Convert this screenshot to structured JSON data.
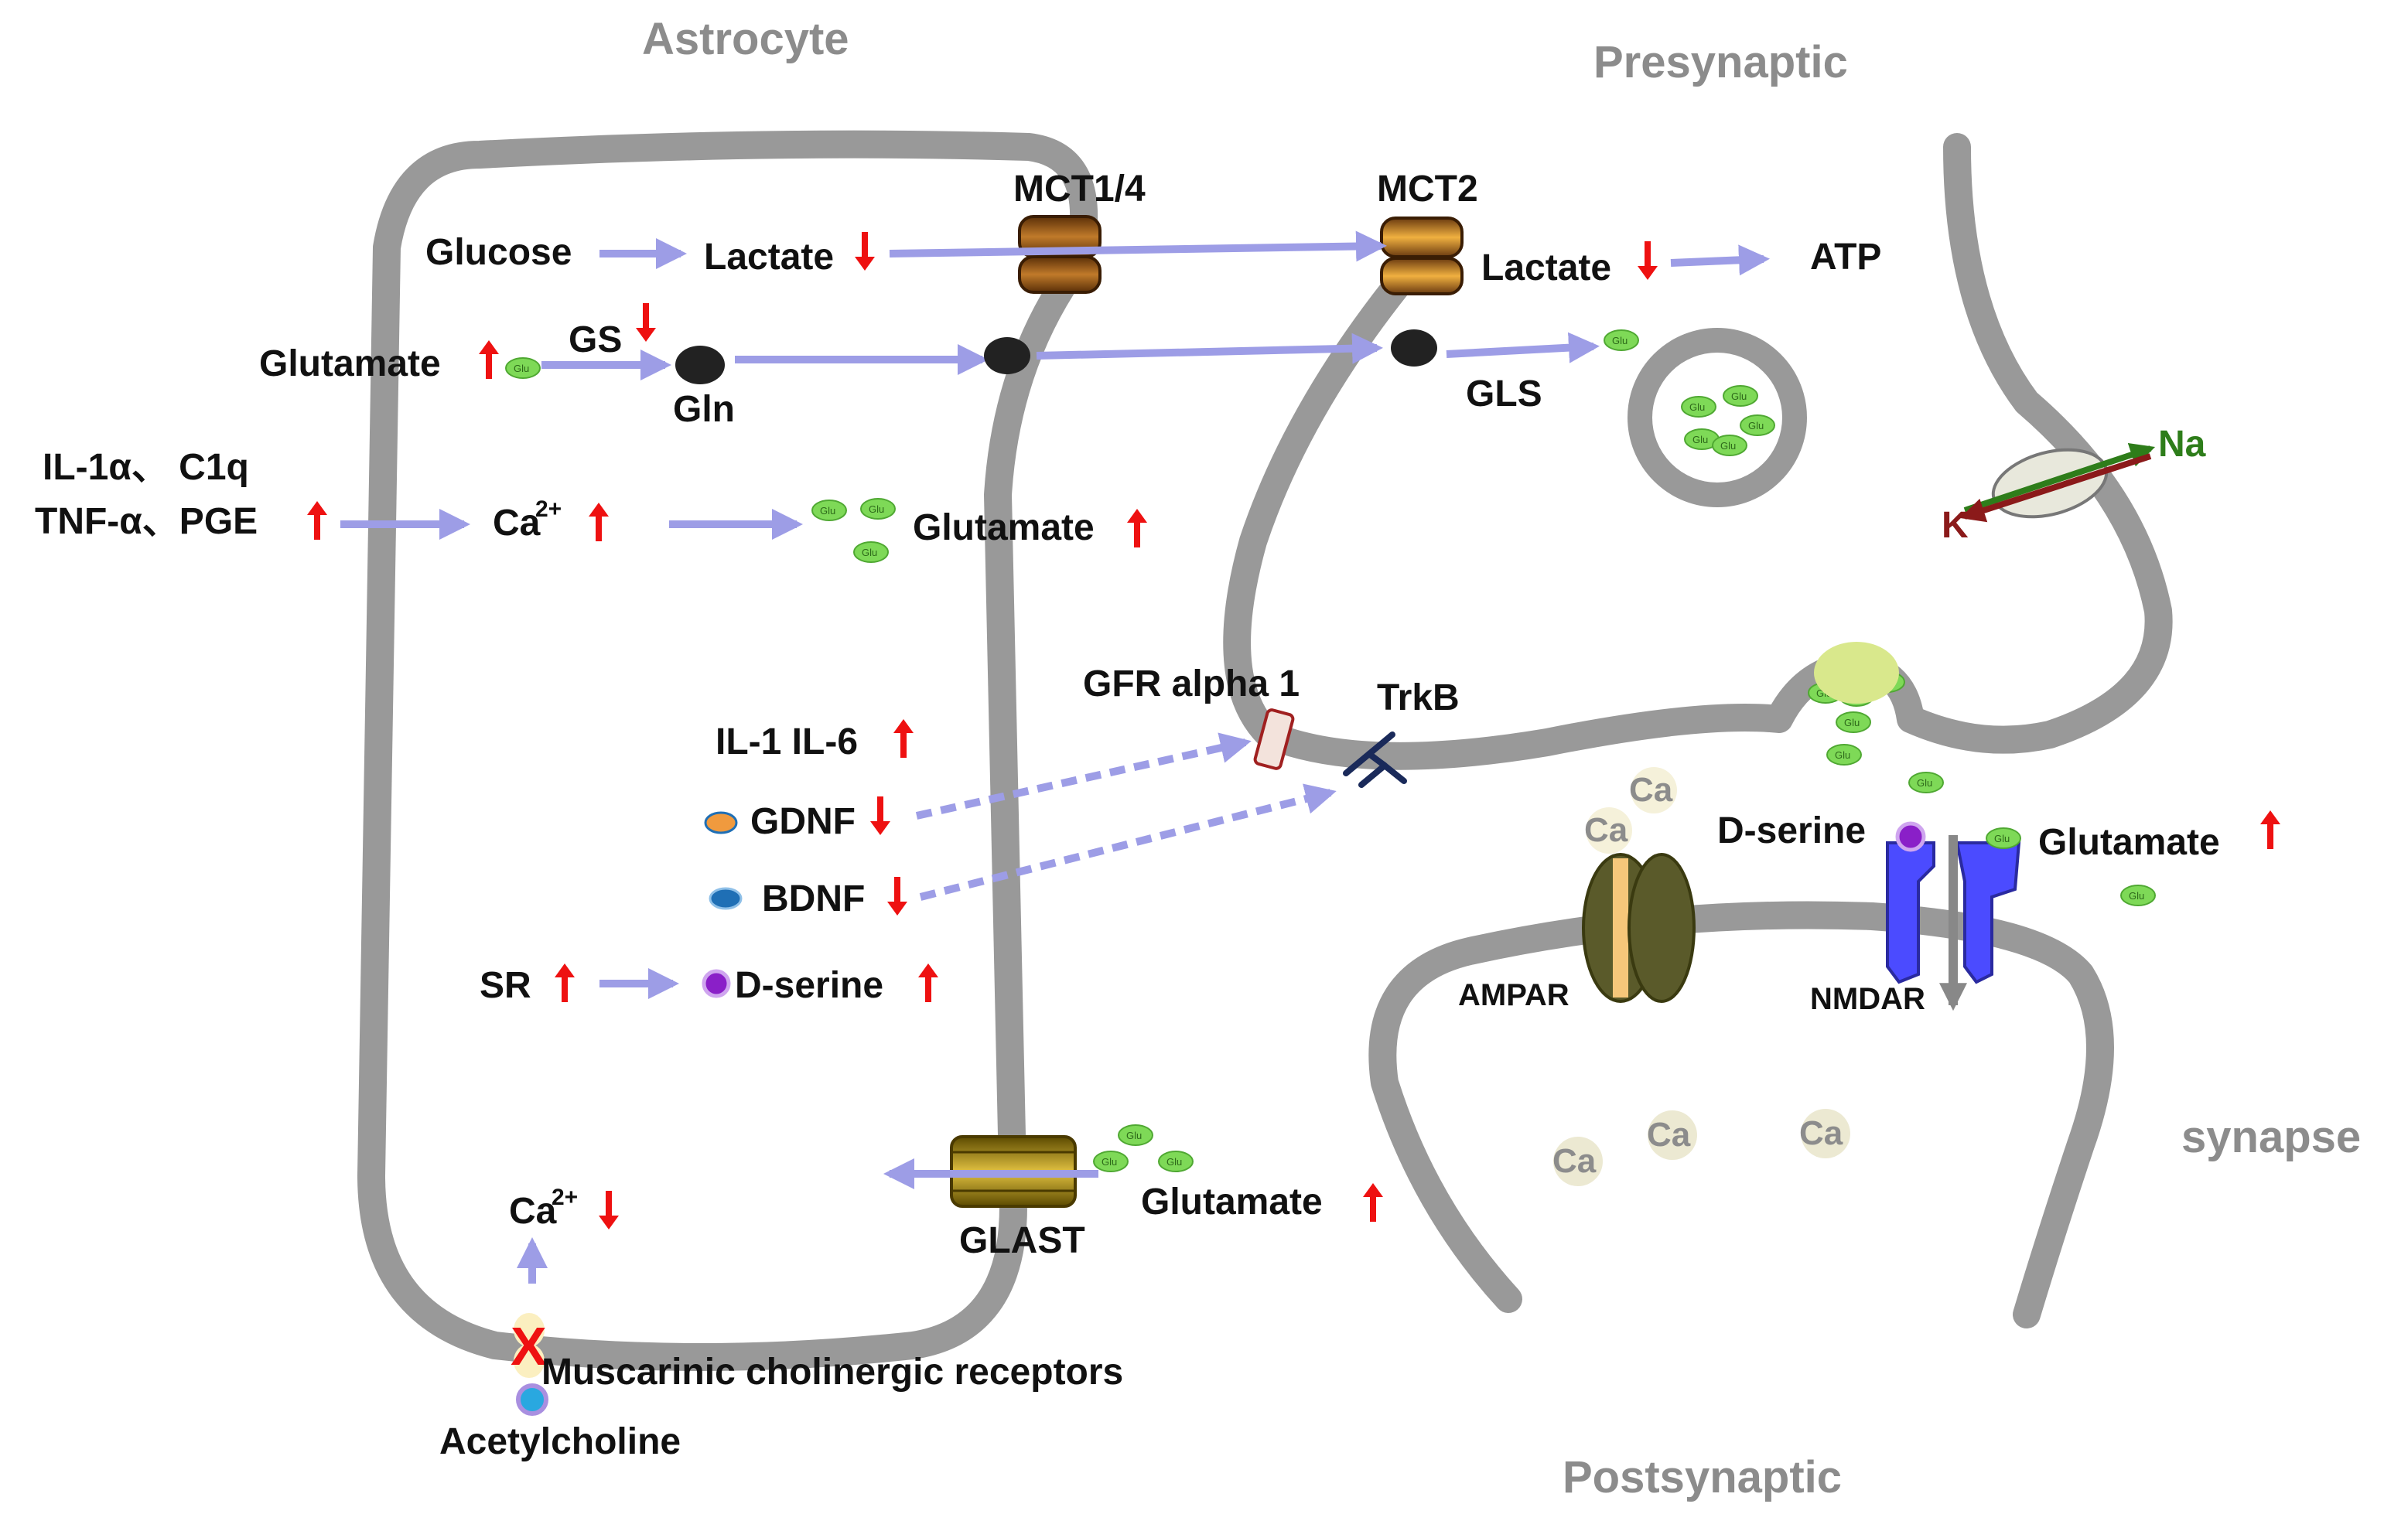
{
  "regions": {
    "astrocyte": "Astrocyte",
    "presynaptic": "Presynaptic",
    "postsynaptic": "Postsynaptic",
    "synapse": "synapse"
  },
  "transporters": {
    "mct14": "MCT1/4",
    "mct2": "MCT2",
    "glast": "GLAST",
    "ampar": "AMPAR",
    "nmdar": "NMDAR",
    "gfr": "GFR alpha 1",
    "trkb": "TrkB"
  },
  "metabolism": {
    "glucose": "Glucose",
    "lactate_astro": "Lactate",
    "lactate_neuron": "Lactate",
    "atp": "ATP",
    "glutamate_astro": "Glutamate",
    "gs": "GS",
    "gln": "Gln",
    "gls": "GLS"
  },
  "signaling": {
    "cytokines_line1": "IL-1α、 C1q",
    "cytokines_line2": "TNF-α、PGE",
    "ca_label": "Ca",
    "ca_sup": "2+",
    "glutamate_release": "Glutamate",
    "il1_il6": "IL-1 IL-6",
    "gdnf": "GDNF",
    "bdnf": "BDNF",
    "sr": "SR",
    "dserine_astro": "D-serine",
    "dserine_synapse": "D-serine",
    "glutamate_synapse": "Glutamate",
    "glutamate_glast": "Glutamate",
    "muscarinic": "Muscarinic cholinergic receptors",
    "acetylcholine": "Acetylcholine",
    "ca_lower_label": "Ca",
    "ca_lower_sup": "2+"
  },
  "ions": {
    "na": "Na",
    "k": "K",
    "ca": "Ca"
  },
  "vesicle_label": "Glu",
  "colors": {
    "membrane": "#999999",
    "arrow": "#9d9de6",
    "up_down_arrow": "#ee1111",
    "glutamate": "#7ed957",
    "dserine": "#8a1fc8",
    "gdnf_dot": "#f09a3e",
    "bdnf_dot": "#1f6fb5",
    "acetylcholine_dot": "#29a8e0",
    "nmdar": "#4b4bff",
    "mct": "#7a4514"
  }
}
